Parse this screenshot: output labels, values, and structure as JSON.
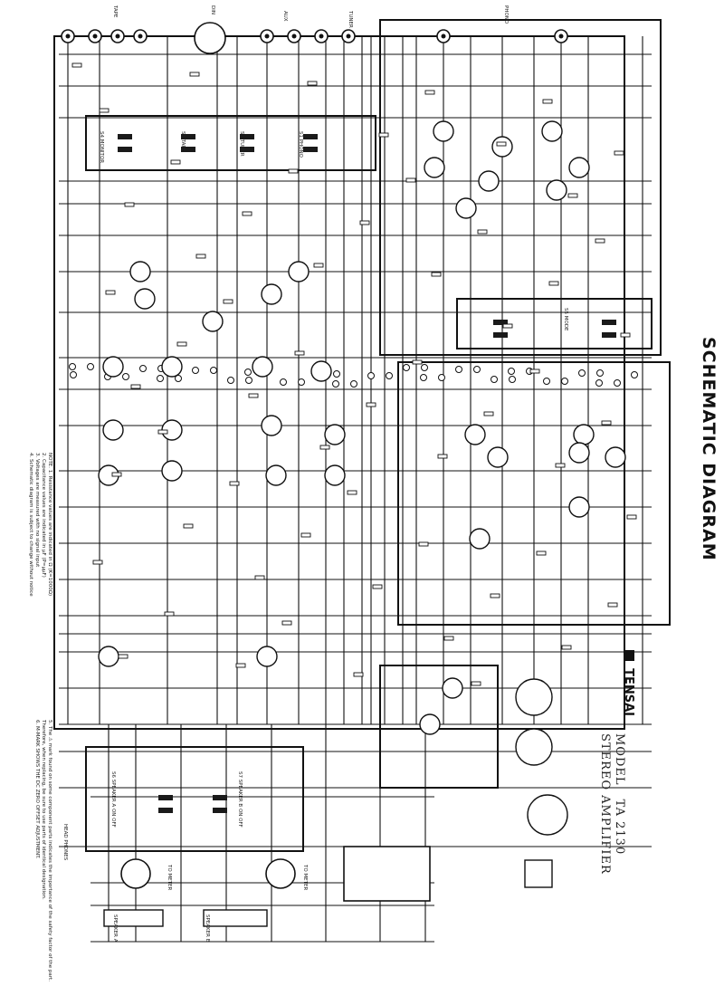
{
  "diagram": {
    "title": "SCHEMATIC DIAGRAM",
    "brand": "TENSAI",
    "model_label": "MODEL",
    "model_number": "TA 2130",
    "subtitle": "STEREO AMPLIFIER"
  },
  "notes": {
    "left_column": [
      "NOTE. 1. Resistance values are indicated in Ω (K=1000Ω)",
      "2. Capacitance values are indicated in μF (P=μμF)",
      "3. Voltages are measured with no signal input",
      "4. Schematic diagram is subject to change without notice"
    ],
    "right_column": [
      "5. The ⚠ mark found on some component parts indicates the importance of the safety factor of the part.",
      "Therefore, when replacing, be sure to use parts of identical designation.",
      "6. M-MARK SHOWS THE DC ZERO OFFSET ADJUSTMENT."
    ]
  },
  "labels": {
    "top_jacks": [
      "PHONO",
      "TUNER",
      "AUX",
      "TAPE",
      "DIN"
    ],
    "bottom_jacks": [
      "SPEAKER A",
      "SPEAKER B",
      "HEAD PHONES"
    ],
    "meters": [
      "TO METER",
      "TO METER"
    ],
    "switches": [
      "S1 PHONO",
      "S2 TUNER",
      "S3 TAPE",
      "S4 MONITOR",
      "S5 MODE",
      "S6 SPEAKER A ON OFF",
      "S7 SPEAKER B ON OFF"
    ]
  },
  "colors": {
    "ink": "#111111",
    "paper": "#ffffff",
    "component_fill": "#1a1a1a"
  }
}
